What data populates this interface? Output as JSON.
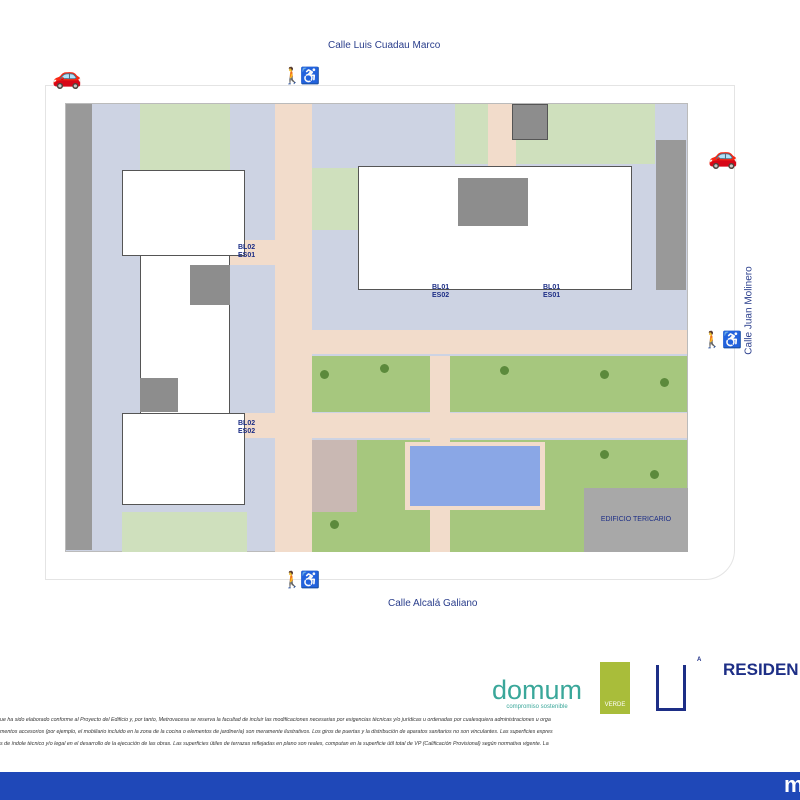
{
  "streets": {
    "top": "Calle Luis Cuadau Marco",
    "bottom": "Calle Alcalá Galiano",
    "right": "Calle Juan Molinero"
  },
  "labels": {
    "bl02_es01": [
      "BL02",
      "ES01"
    ],
    "bl02_es02": [
      "BL02",
      "ES02"
    ],
    "bl01_es02": [
      "BL01",
      "ES02"
    ],
    "bl01_es01": [
      "BL01",
      "ES01"
    ],
    "tertiary": "EDIFICIO TERICARIO"
  },
  "icons": [
    "car-icon",
    "pedestrian-icon",
    "wheelchair-icon",
    "tree-icon"
  ],
  "branding": {
    "domum": "domum",
    "domum_tag": "compromiso sostenible",
    "verde": "VERDE",
    "energy": "A",
    "title": "RESIDEN",
    "footer_logo": "m"
  },
  "disclaimer": [
    "ue ha sido elaborado conforme al Proyecto del Edificio y, por tanto, Metrovacesa se reserva la facultad de incluir las modificaciones necesarias por exigencias técnicas y/o jurídicas u ordenadas por cualesquiera administraciones u orga",
    "mentos accesorios (por ejemplo, el mobiliario incluido en la zona de la cocina o elementos de jardinería) son meramente ilustrativos. Los giros de puertas y la distribución de aparatos sanitarios no son vinculantes. Las superficies expres",
    "s de índole técnico y/o legal en el desarrollo de la ejecución de las obras. Las superficies útiles de terrazas reflejadas en plano son reales, computan en la superficie útil total de VP (Calificación Provisional) según normativa vigente. La"
  ],
  "colors": {
    "brand": "#1f48b8",
    "text": "#1d2e86",
    "green": "#a6c77e",
    "path": "#f2dccb"
  }
}
